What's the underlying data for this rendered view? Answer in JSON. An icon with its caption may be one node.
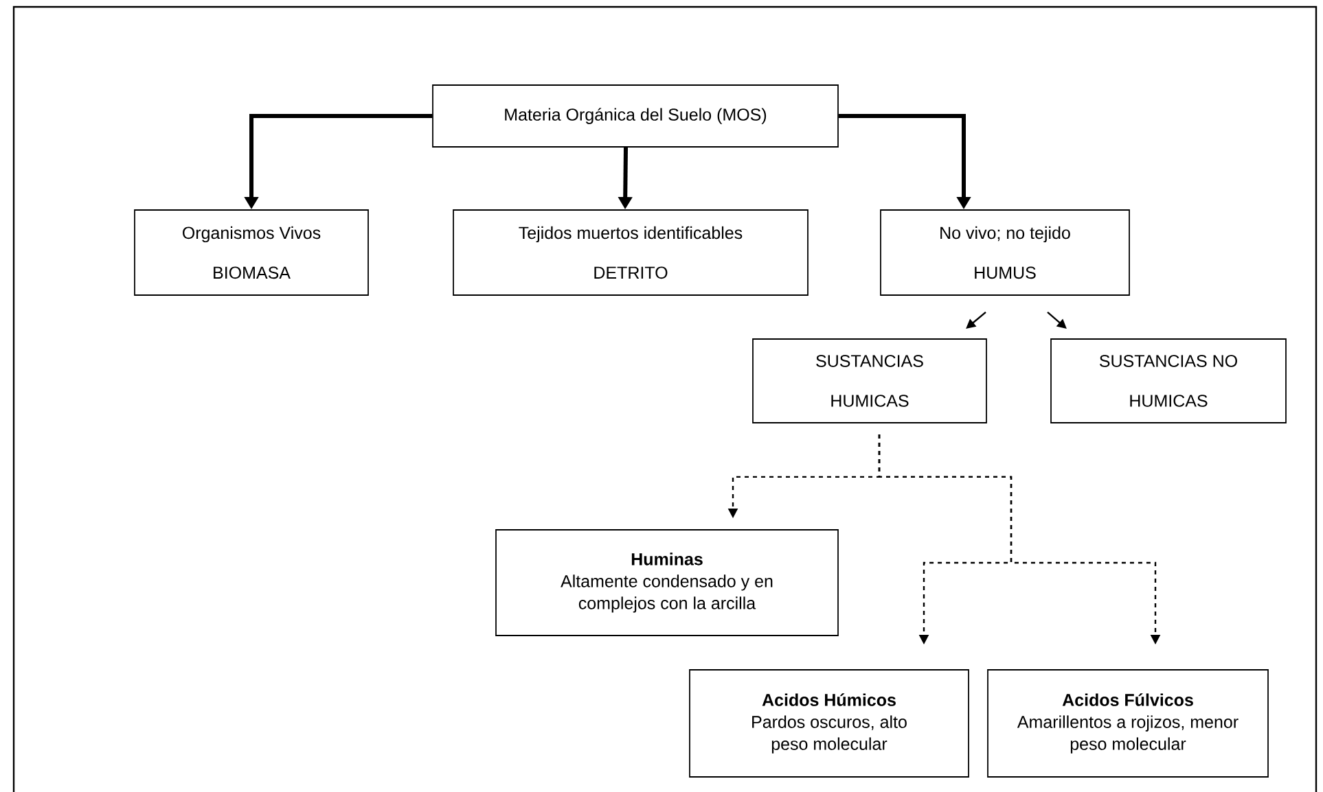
{
  "diagram": {
    "nodes": [
      {
        "text": [
          "Materia Orgánica del Suelo (MOS)"
        ]
      },
      {
        "text": [
          "Organismos Vivos",
          "BIOMASA"
        ]
      },
      {
        "text": [
          "Tejidos muertos identificables",
          "DETRITO"
        ]
      },
      {
        "text": [
          "No vivo; no tejido",
          "HUMUS"
        ]
      },
      {
        "text": [
          "SUSTANCIAS HUMICAS"
        ]
      },
      {
        "text": [
          "SUSTANCIAS NO HUMICAS"
        ]
      },
      {
        "text": [
          "Huminas",
          "Altamente condensado y en complejos con la arcilla"
        ]
      },
      {
        "text": [
          "Acidos Húmicos",
          "Pardos oscuros, alto peso molecular"
        ]
      },
      {
        "text": [
          "Acidos Fúlvicos",
          "Amarillentos a rojizos, menor peso molecular"
        ]
      }
    ],
    "edges": [
      {
        "from": 0,
        "to": 1,
        "arrow": "to",
        "style": "thick"
      },
      {
        "from": 0,
        "to": 2,
        "arrow": "to",
        "style": "thick"
      },
      {
        "from": 0,
        "to": 3,
        "arrow": "to",
        "style": "thick"
      },
      {
        "from": 3,
        "to": 4,
        "arrow": "to"
      },
      {
        "from": 3,
        "to": 5,
        "arrow": "to"
      },
      {
        "from": 4,
        "to": 6,
        "arrow": "to",
        "style": "dashed"
      },
      {
        "from": 4,
        "to": 7,
        "arrow": "to",
        "style": "dashed"
      },
      {
        "from": 4,
        "to": 8,
        "arrow": "to",
        "style": "dashed"
      }
    ]
  }
}
